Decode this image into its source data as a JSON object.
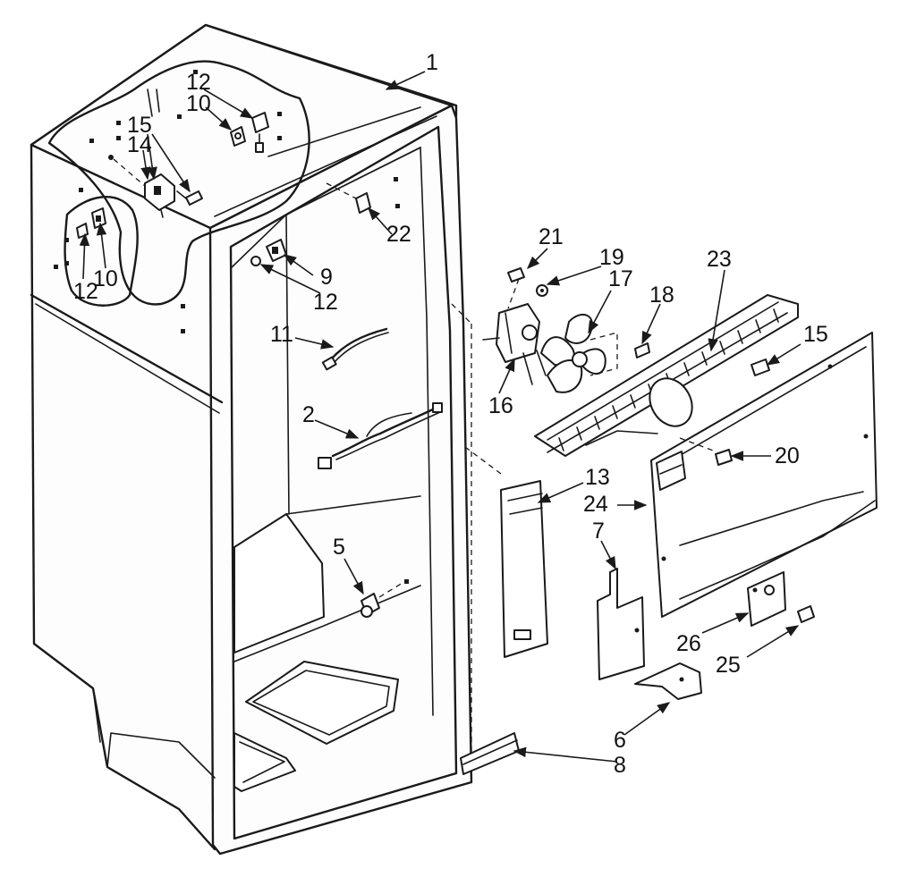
{
  "callouts": {
    "c1": "1",
    "c2": "2",
    "c5": "5",
    "c6": "6",
    "c7": "7",
    "c8": "8",
    "c9": "9",
    "c10a": "10",
    "c10b": "10",
    "c11": "11",
    "c12a": "12",
    "c12b": "12",
    "c12c": "12",
    "c13": "13",
    "c14": "14",
    "c15a": "15",
    "c15b": "15",
    "c16": "16",
    "c17": "17",
    "c18": "18",
    "c19": "19",
    "c20": "20",
    "c21": "21",
    "c22": "22",
    "c23": "23",
    "c24": "24",
    "c25": "25",
    "c26": "26"
  }
}
